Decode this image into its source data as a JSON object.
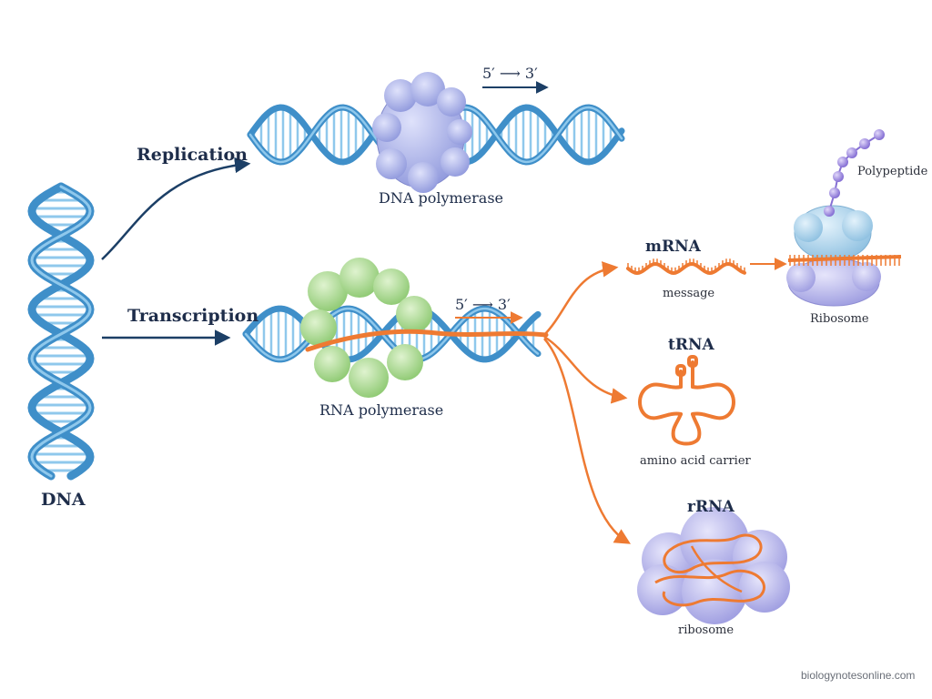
{
  "labels": {
    "dna": "DNA",
    "replication": "Replication",
    "transcription": "Transcription",
    "dna_polymerase": "DNA polymerase",
    "rna_polymerase": "RNA polymerase",
    "direction_top": "5′ ⟶ 3′",
    "direction_mid": "5′ ⟶ 3′",
    "mrna": "mRNA",
    "mrna_caption": "message",
    "trna": "tRNA",
    "trna_caption": "amino acid carrier",
    "rrna": "rRNA",
    "rrna_caption": "ribosome",
    "ribosome": "Ribosome",
    "polypeptide": "Polypeptide"
  },
  "credit": "biologynotesonline.com",
  "colors": {
    "dna_strand": "#3f8fc9",
    "dna_strand_light": "#8fc8ec",
    "rna_strand": "#ee7a32",
    "flow_arrow_dark": "#1c3f66",
    "flow_arrow_orange": "#ee7a32",
    "dna_polymerase": "#a6b0ea",
    "rna_polymerase": "#a8d890",
    "ribosome_small": "#a9d0e6",
    "ribosome_large": "#b3b2ea",
    "polypeptide_bead": "#a48ee0"
  }
}
